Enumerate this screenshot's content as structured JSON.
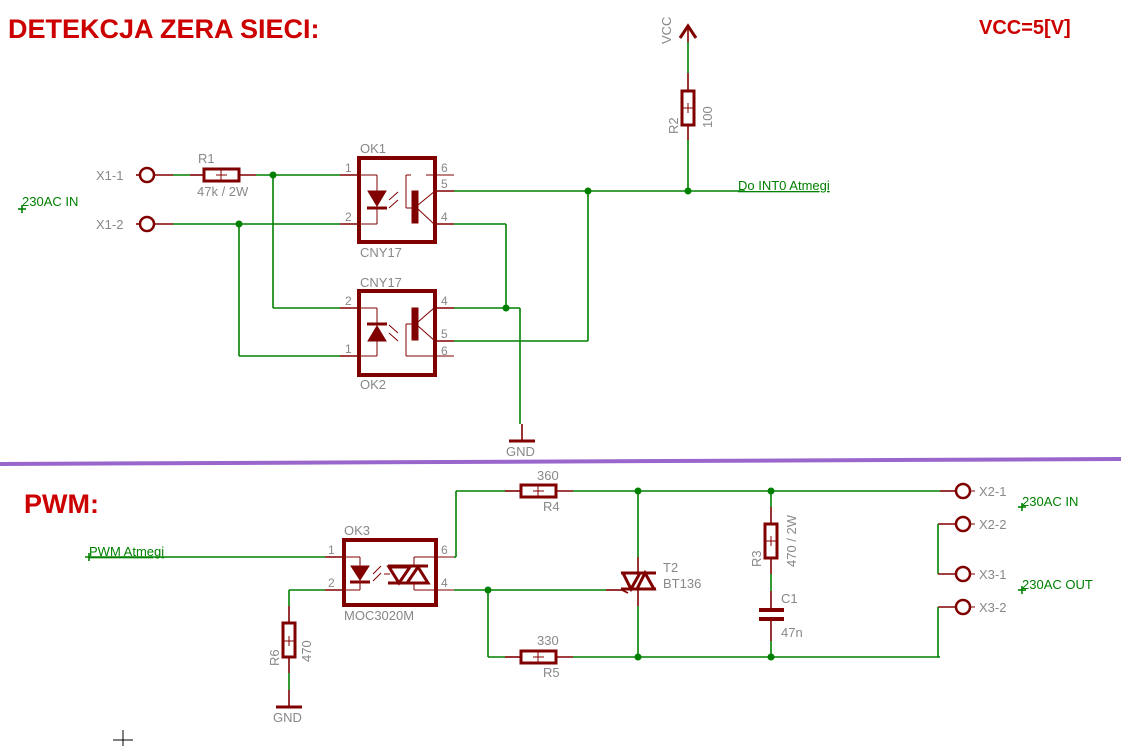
{
  "sections": {
    "zero_detect_title": "DETEKCJA ZERA SIECI:",
    "pwm_title": "PWM:",
    "vcc_note": "VCC=5[V]"
  },
  "colors": {
    "title": "#cc0000",
    "wire": "#008000",
    "symbol": "#800000",
    "label": "#888888",
    "separator": "#9966cc"
  },
  "power": {
    "vcc_label": "VCC",
    "gnd1_label": "GND",
    "gnd2_label": "GND"
  },
  "nets": {
    "ac_in_top": "230AC IN",
    "int0": "Do INT0 Atmegi",
    "pwm_in": "PWM Atmegi",
    "ac_in_right": "230AC IN",
    "ac_out_right": "230AC OUT"
  },
  "connectors": {
    "x1_1": "X1-1",
    "x1_2": "X1-2",
    "x2_1": "X2-1",
    "x2_2": "X2-2",
    "x3_1": "X3-1",
    "x3_2": "X3-2"
  },
  "components": {
    "r1": {
      "name": "R1",
      "value": "47k / 2W"
    },
    "r2": {
      "name": "R2",
      "value": "100"
    },
    "r3": {
      "name": "R3",
      "value": "470 / 2W"
    },
    "r4": {
      "name": "R4",
      "value": "360"
    },
    "r5": {
      "name": "R5",
      "value": "330"
    },
    "r6": {
      "name": "R6",
      "value": "470"
    },
    "c1": {
      "name": "C1",
      "value": "47n"
    },
    "t2": {
      "name": "T2",
      "value": "BT136"
    },
    "ok1": {
      "name": "OK1",
      "value": "CNY17",
      "pins": [
        "1",
        "2",
        "6",
        "5",
        "4"
      ]
    },
    "ok2": {
      "name": "OK2",
      "value": "CNY17",
      "pins": [
        "2",
        "1",
        "4",
        "5",
        "6"
      ]
    },
    "ok3": {
      "name": "OK3",
      "value": "MOC3020M",
      "pins": [
        "1",
        "2",
        "6",
        "4"
      ]
    }
  }
}
